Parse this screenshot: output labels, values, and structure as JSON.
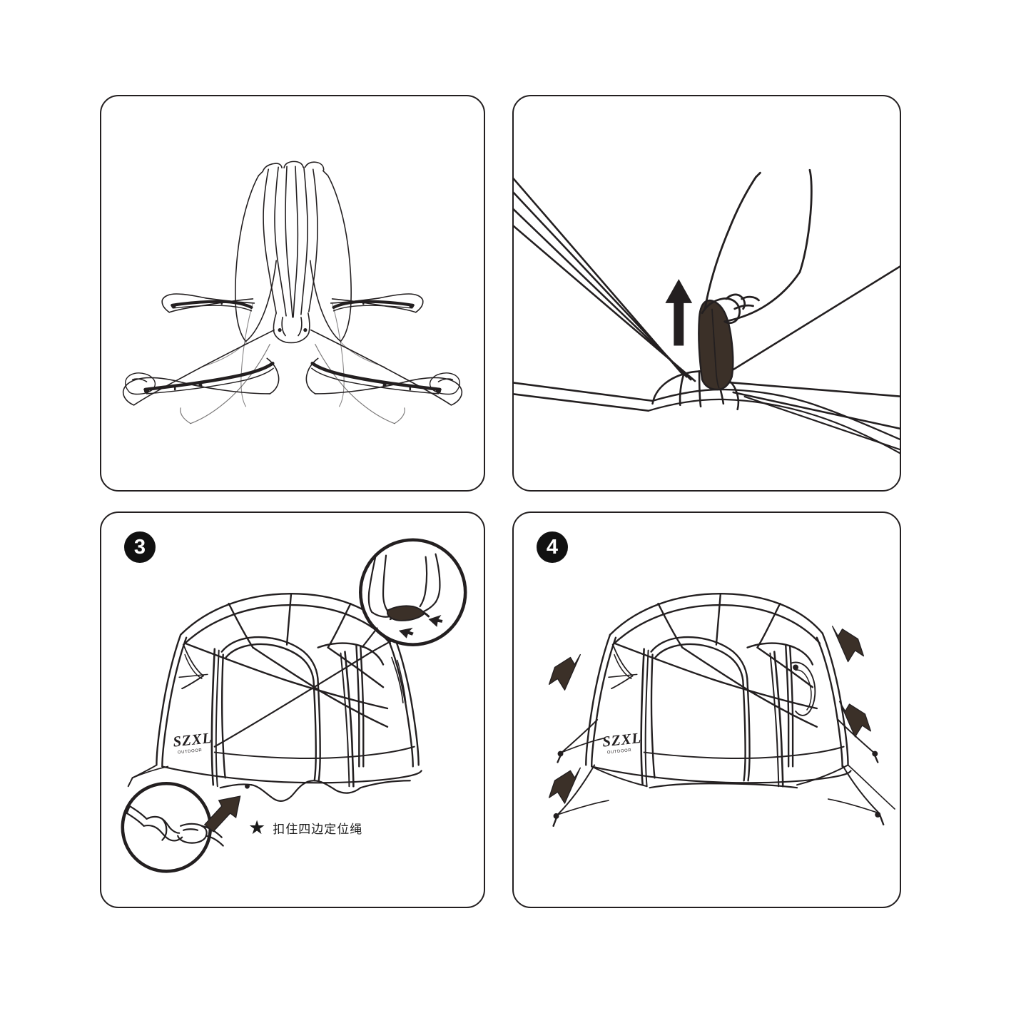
{
  "document": {
    "title": "Tent Assembly Instruction Sheet",
    "type": "line-art instruction diagram",
    "background_color": "#ffffff",
    "ink_color": "#231f20",
    "panel_count": 4,
    "layout": "2x2 grid of rounded-rectangle panels"
  },
  "panels": [
    {
      "id": "panel-1",
      "step_number": "",
      "badge_visible": false,
      "name": "unfold-frame-panel",
      "description": "Folded tent frame opening outward, legs splayed in an X shape with inner pole sleeves",
      "caption": "",
      "annotations": []
    },
    {
      "id": "panel-2",
      "step_number": "",
      "badge_visible": false,
      "name": "raise-hub-panel",
      "description": "Close-up of a hand gripping the dark center hub cover and pulling it upward; radiating poles converge at the dome hub",
      "caption": "",
      "annotations": [
        {
          "type": "arrow",
          "direction": "up",
          "name": "pull-up-arrow"
        }
      ]
    },
    {
      "id": "panel-3",
      "step_number": "3",
      "badge_visible": true,
      "name": "attach-guylines-panel",
      "description": "Erected dome shelter with the four side positioning ropes being clipped; two magnifier insets show the buckle detail",
      "caption": "扣住四边定位绳",
      "caption_bullet": "★",
      "brand_logo": "SZXL",
      "annotations": [
        {
          "type": "inset-circle",
          "name": "buckle-detail-top-right",
          "content": "hand clipping the guy line hook"
        },
        {
          "type": "inset-circle",
          "name": "buckle-detail-bottom-left",
          "content": "side-release buckle halves joining"
        },
        {
          "type": "arrow",
          "direction": "up-right",
          "name": "attach-point-arrow"
        }
      ]
    },
    {
      "id": "panel-4",
      "step_number": "4",
      "badge_visible": true,
      "name": "stake-down-panel",
      "description": "Fully pitched shelter with guy lines tensioned to ground stakes; thick arrows point down at each stake position",
      "caption": "",
      "brand_logo": "SZXL",
      "annotations": [
        {
          "type": "arrow",
          "direction": "down-left",
          "name": "stake-arrow-left-upper"
        },
        {
          "type": "arrow",
          "direction": "down-left",
          "name": "stake-arrow-left-lower"
        },
        {
          "type": "arrow",
          "direction": "down-right",
          "name": "stake-arrow-right-upper"
        },
        {
          "type": "arrow",
          "direction": "down-right",
          "name": "stake-arrow-right-lower"
        }
      ]
    }
  ]
}
